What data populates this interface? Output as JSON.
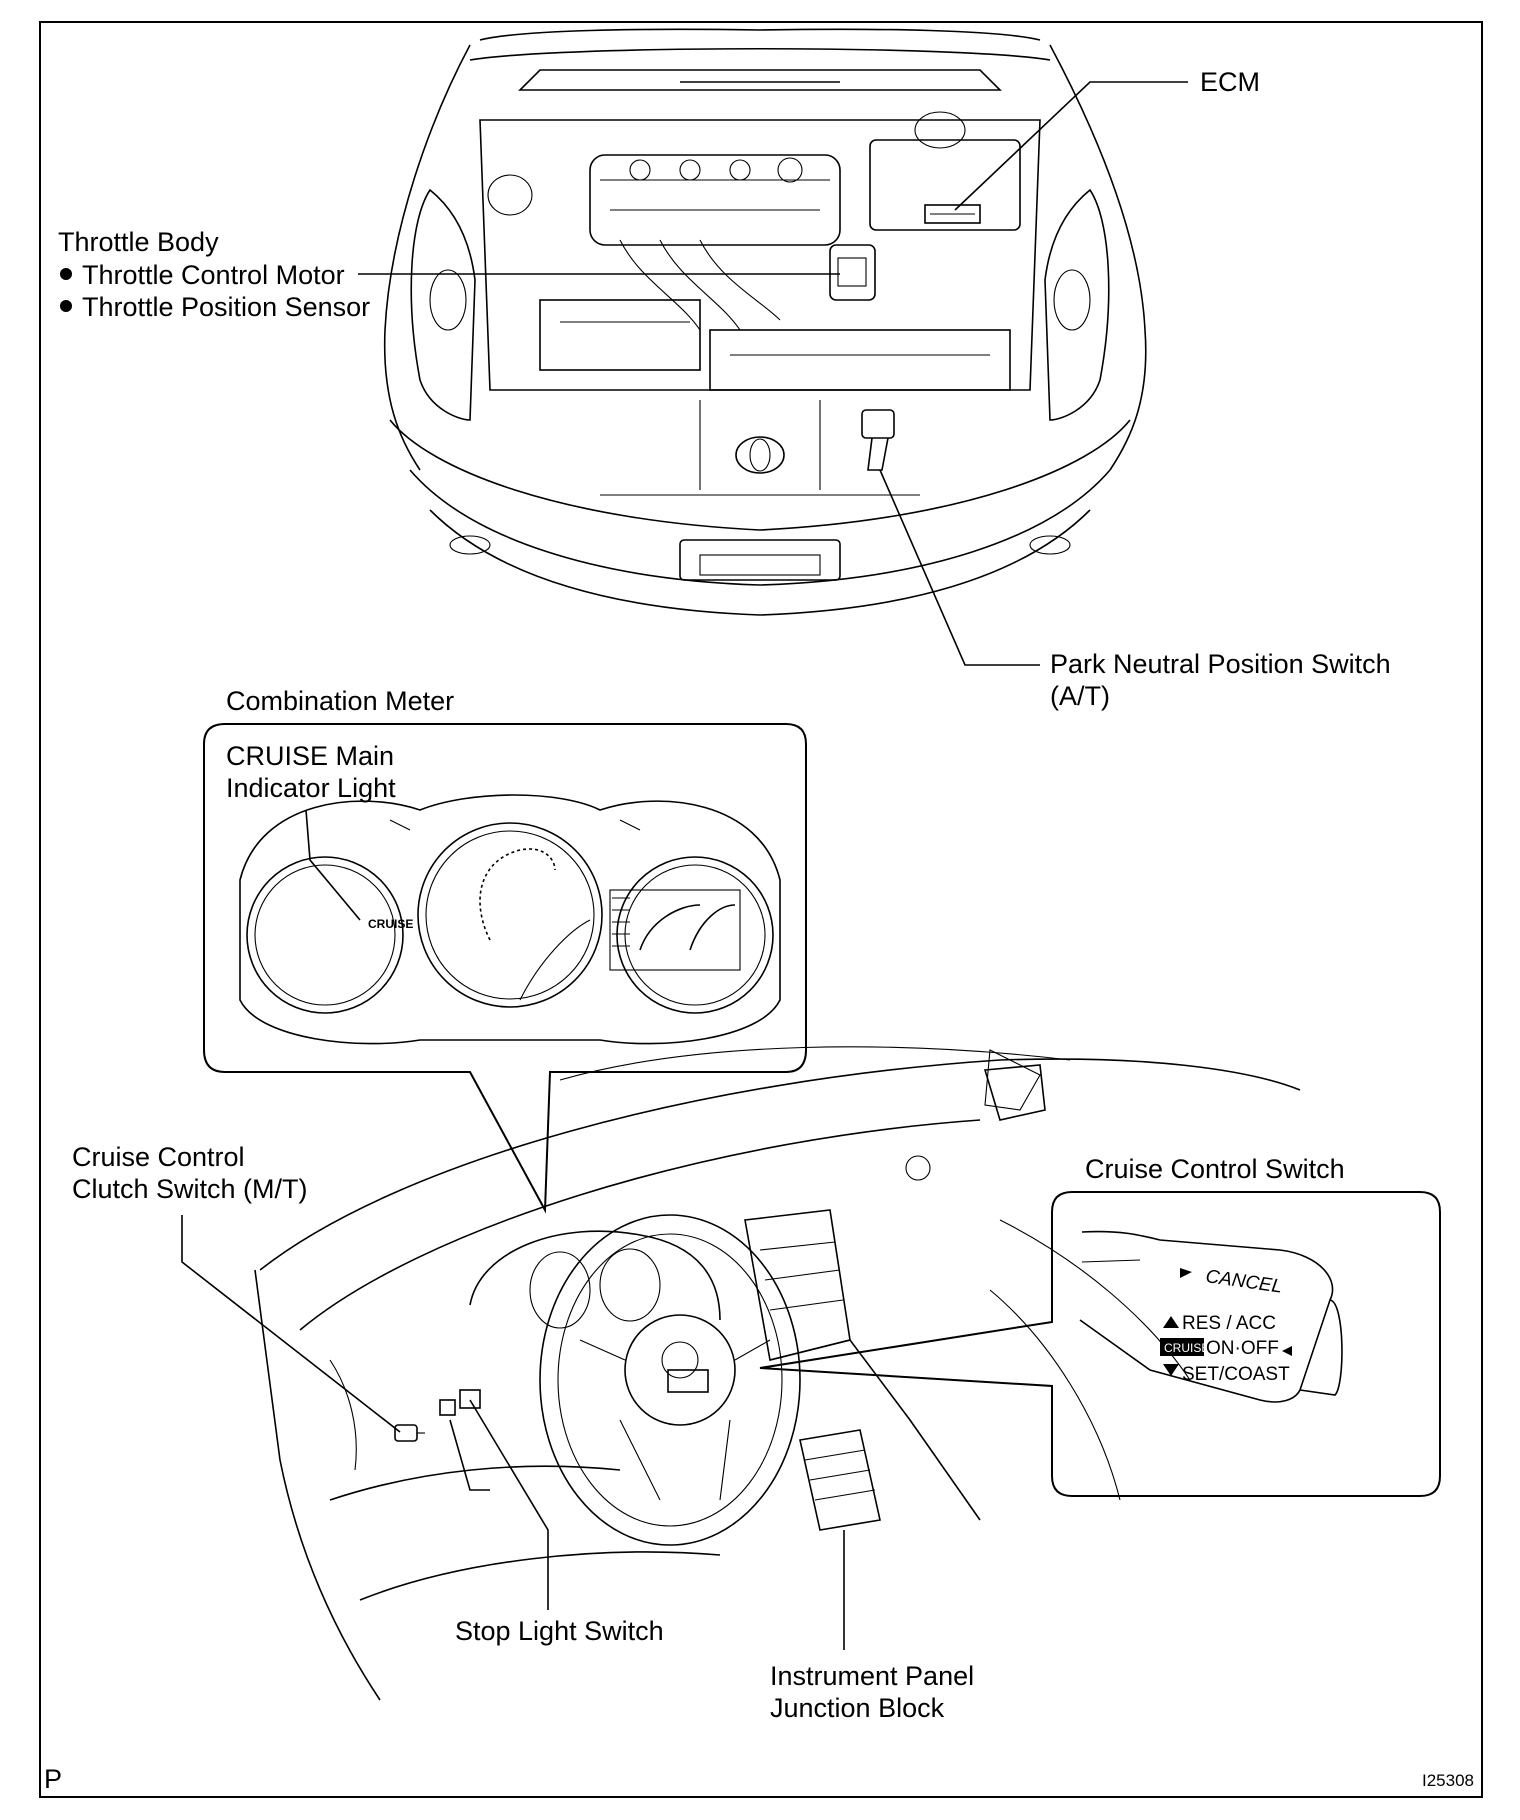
{
  "labels": {
    "ecm": "ECM",
    "throttle_body": "Throttle Body",
    "throttle_control_motor": "Throttle Control Motor",
    "throttle_position_sensor": "Throttle Position Sensor",
    "park_neutral_line1": "Park Neutral Position Switch",
    "park_neutral_line2": "(A/T)",
    "combination_meter": "Combination Meter",
    "cruise_main_line1": "CRUISE Main",
    "cruise_main_line2": "Indicator Light",
    "cruise_gauge_text": "CRUISE",
    "cruise_clutch_line1": "Cruise Control",
    "cruise_clutch_line2": "Clutch Switch (M/T)",
    "cruise_control_switch": "Cruise Control Switch",
    "stop_light_switch": "Stop Light Switch",
    "junction_block_line1": "Instrument Panel",
    "junction_block_line2": "Junction Block",
    "corner_left": "P",
    "figure_id": "I25308"
  },
  "switch_markings": {
    "cancel": "CANCEL",
    "res_acc": "RES / ACC",
    "cruise_badge": "CRUISE",
    "on_off": "ON·OFF",
    "set_coast": "SET/COAST"
  },
  "colors": {
    "line": "#000000",
    "background": "#ffffff"
  }
}
